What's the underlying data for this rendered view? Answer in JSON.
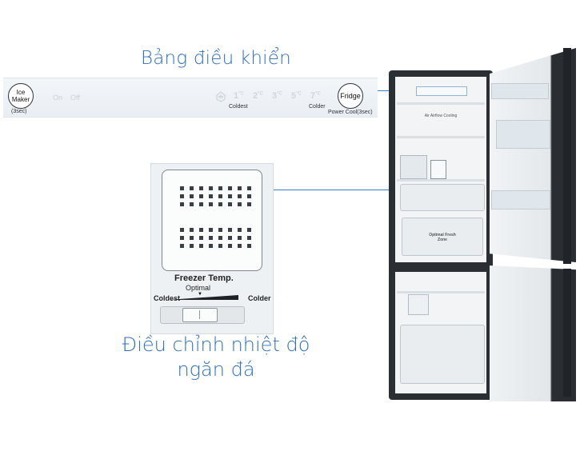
{
  "headings": {
    "control_panel": "Bảng điều khiển",
    "freezer_adjust_line1": "Điều chỉnh nhiệt độ",
    "freezer_adjust_line2": "ngăn đá"
  },
  "panel": {
    "ice_maker_line1": "Ice",
    "ice_maker_line2": "Maker",
    "ice_maker_hint": "(3sec)",
    "on": "On",
    "off": "Off",
    "temps": [
      "1",
      "2",
      "3",
      "5",
      "7"
    ],
    "temp_unit": "°C",
    "coldest": "Coldest",
    "colder": "Colder",
    "fridge_button": "Fridge",
    "power_cool": "Power Cool(3sec)"
  },
  "freezer_control": {
    "title": "Freezer Temp.",
    "optimal": "Optimal",
    "coldest": "Coldest",
    "colder": "Colder"
  },
  "fridge": {
    "label_top": "Air Airflow Cooling",
    "drawer_label_line1": "Optimal Fresh",
    "drawer_label_line2": "Zone"
  },
  "colors": {
    "accent_text": "#2d6fc0",
    "line": "#3c7fd0",
    "fridge_dark": "#2b2e33"
  },
  "icons": [
    "snowflake-icon",
    "arrow-down-icon"
  ]
}
